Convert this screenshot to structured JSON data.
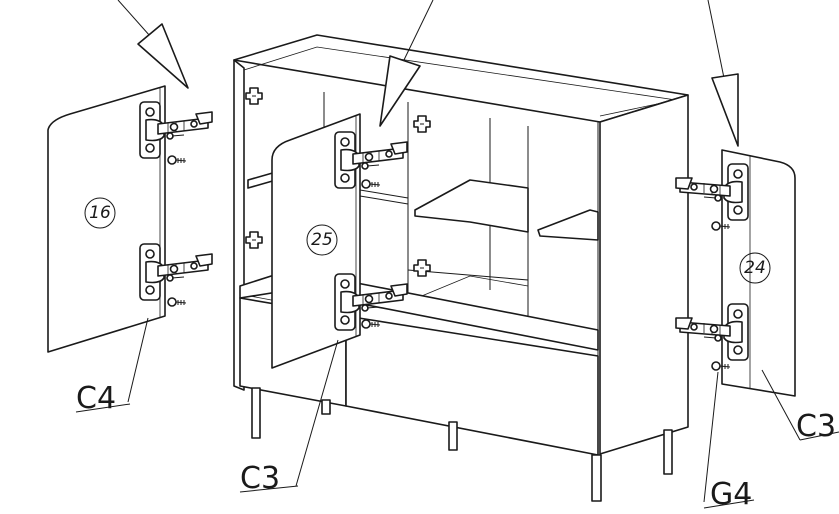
{
  "panels": [
    {
      "number": "16"
    },
    {
      "number": "25"
    },
    {
      "number": "24"
    }
  ],
  "codes": [
    "C4",
    "C3",
    "C3",
    "G4"
  ]
}
